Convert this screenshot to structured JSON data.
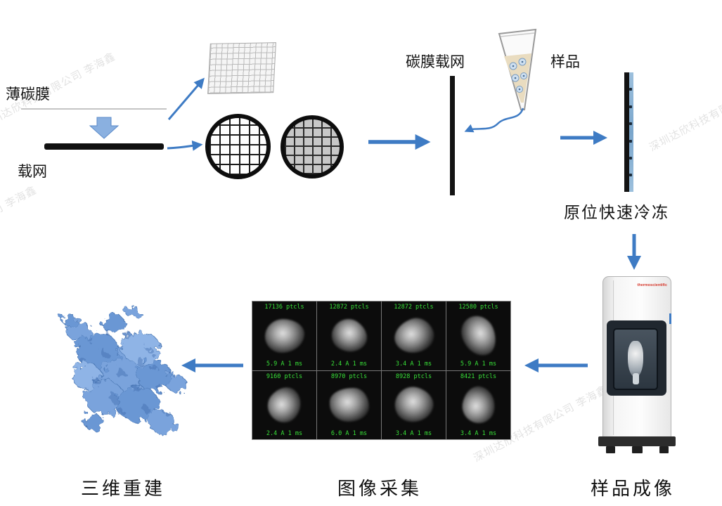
{
  "labels": {
    "thin_carbon_film": "薄碳膜",
    "support_grid": "载网",
    "carbon_film_grid": "碳膜载网",
    "sample": "样品",
    "in_situ_rapid_freezing": "原位快速冷冻",
    "sample_imaging": "样品成像",
    "image_acquisition": "图像采集",
    "three_d_reconstruction": "三维重建"
  },
  "instrument": {
    "brand_text": "thermoscientific"
  },
  "watermark": {
    "text": "深圳达欣科技有限公司 李海鑫"
  },
  "class_images": [
    {
      "ptcls": "17136 ptcls",
      "res": "5.9 A 1 ms"
    },
    {
      "ptcls": "12872 ptcls",
      "res": "2.4 A 1 ms"
    },
    {
      "ptcls": "12872 ptcls",
      "res": "3.4 A 1 ms"
    },
    {
      "ptcls": "12580 ptcls",
      "res": "5.9 A 1 ms"
    },
    {
      "ptcls": "9160 ptcls",
      "res": "2.4 A 1 ms"
    },
    {
      "ptcls": "8970 ptcls",
      "res": "6.0 A 1 ms"
    },
    {
      "ptcls": "8928 ptcls",
      "res": "3.4 A 1 ms"
    },
    {
      "ptcls": "8421 ptcls",
      "res": "3.4 A 1 ms"
    }
  ],
  "colors": {
    "arrow_blue": "#3e7bc4",
    "annotation_green": "#38e038",
    "structure_blue": "#7aa3dc"
  }
}
